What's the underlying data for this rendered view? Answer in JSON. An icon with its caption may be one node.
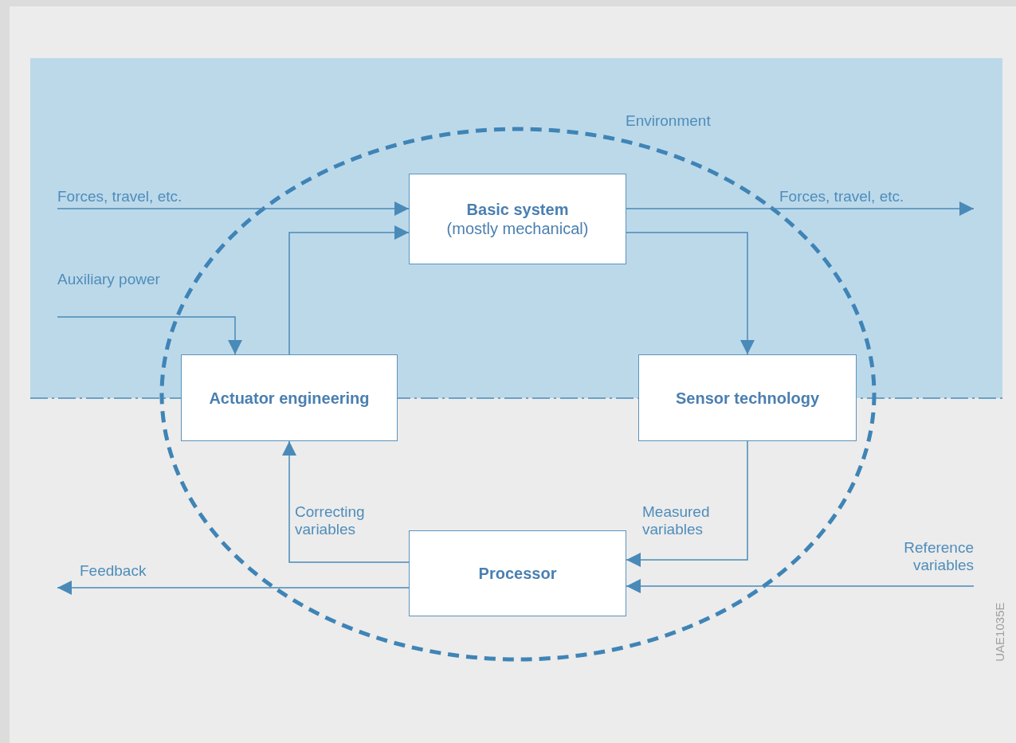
{
  "diagram": {
    "nodes": [
      {
        "text": [
          "Basic system",
          "(mostly mechanical)"
        ]
      },
      {
        "text": [
          "Actuator engineering"
        ]
      },
      {
        "text": [
          "Sensor technology"
        ]
      },
      {
        "text": [
          "Processor"
        ]
      }
    ],
    "edges": [
      {
        "from": null,
        "to": 0,
        "arrow": "to",
        "label": "Forces, travel, etc."
      },
      {
        "from": 1,
        "to": 0,
        "arrow": "to"
      },
      {
        "from": null,
        "to": 1,
        "arrow": "to",
        "label": "Auxiliary power"
      },
      {
        "from": 0,
        "to": null,
        "arrow": "to",
        "label": "Forces, travel, etc."
      },
      {
        "from": 0,
        "to": 2,
        "arrow": "to"
      },
      {
        "from": 2,
        "to": 3,
        "arrow": "to",
        "label": "Measured variables"
      },
      {
        "from": null,
        "to": 3,
        "arrow": "to",
        "label": "Reference variables"
      },
      {
        "from": 3,
        "to": 1,
        "arrow": "to",
        "label": "Correcting variables"
      },
      {
        "from": 3,
        "to": null,
        "arrow": "to",
        "label": "Feedback"
      }
    ],
    "labels": [
      "Environment",
      "UAE1035E"
    ]
  }
}
